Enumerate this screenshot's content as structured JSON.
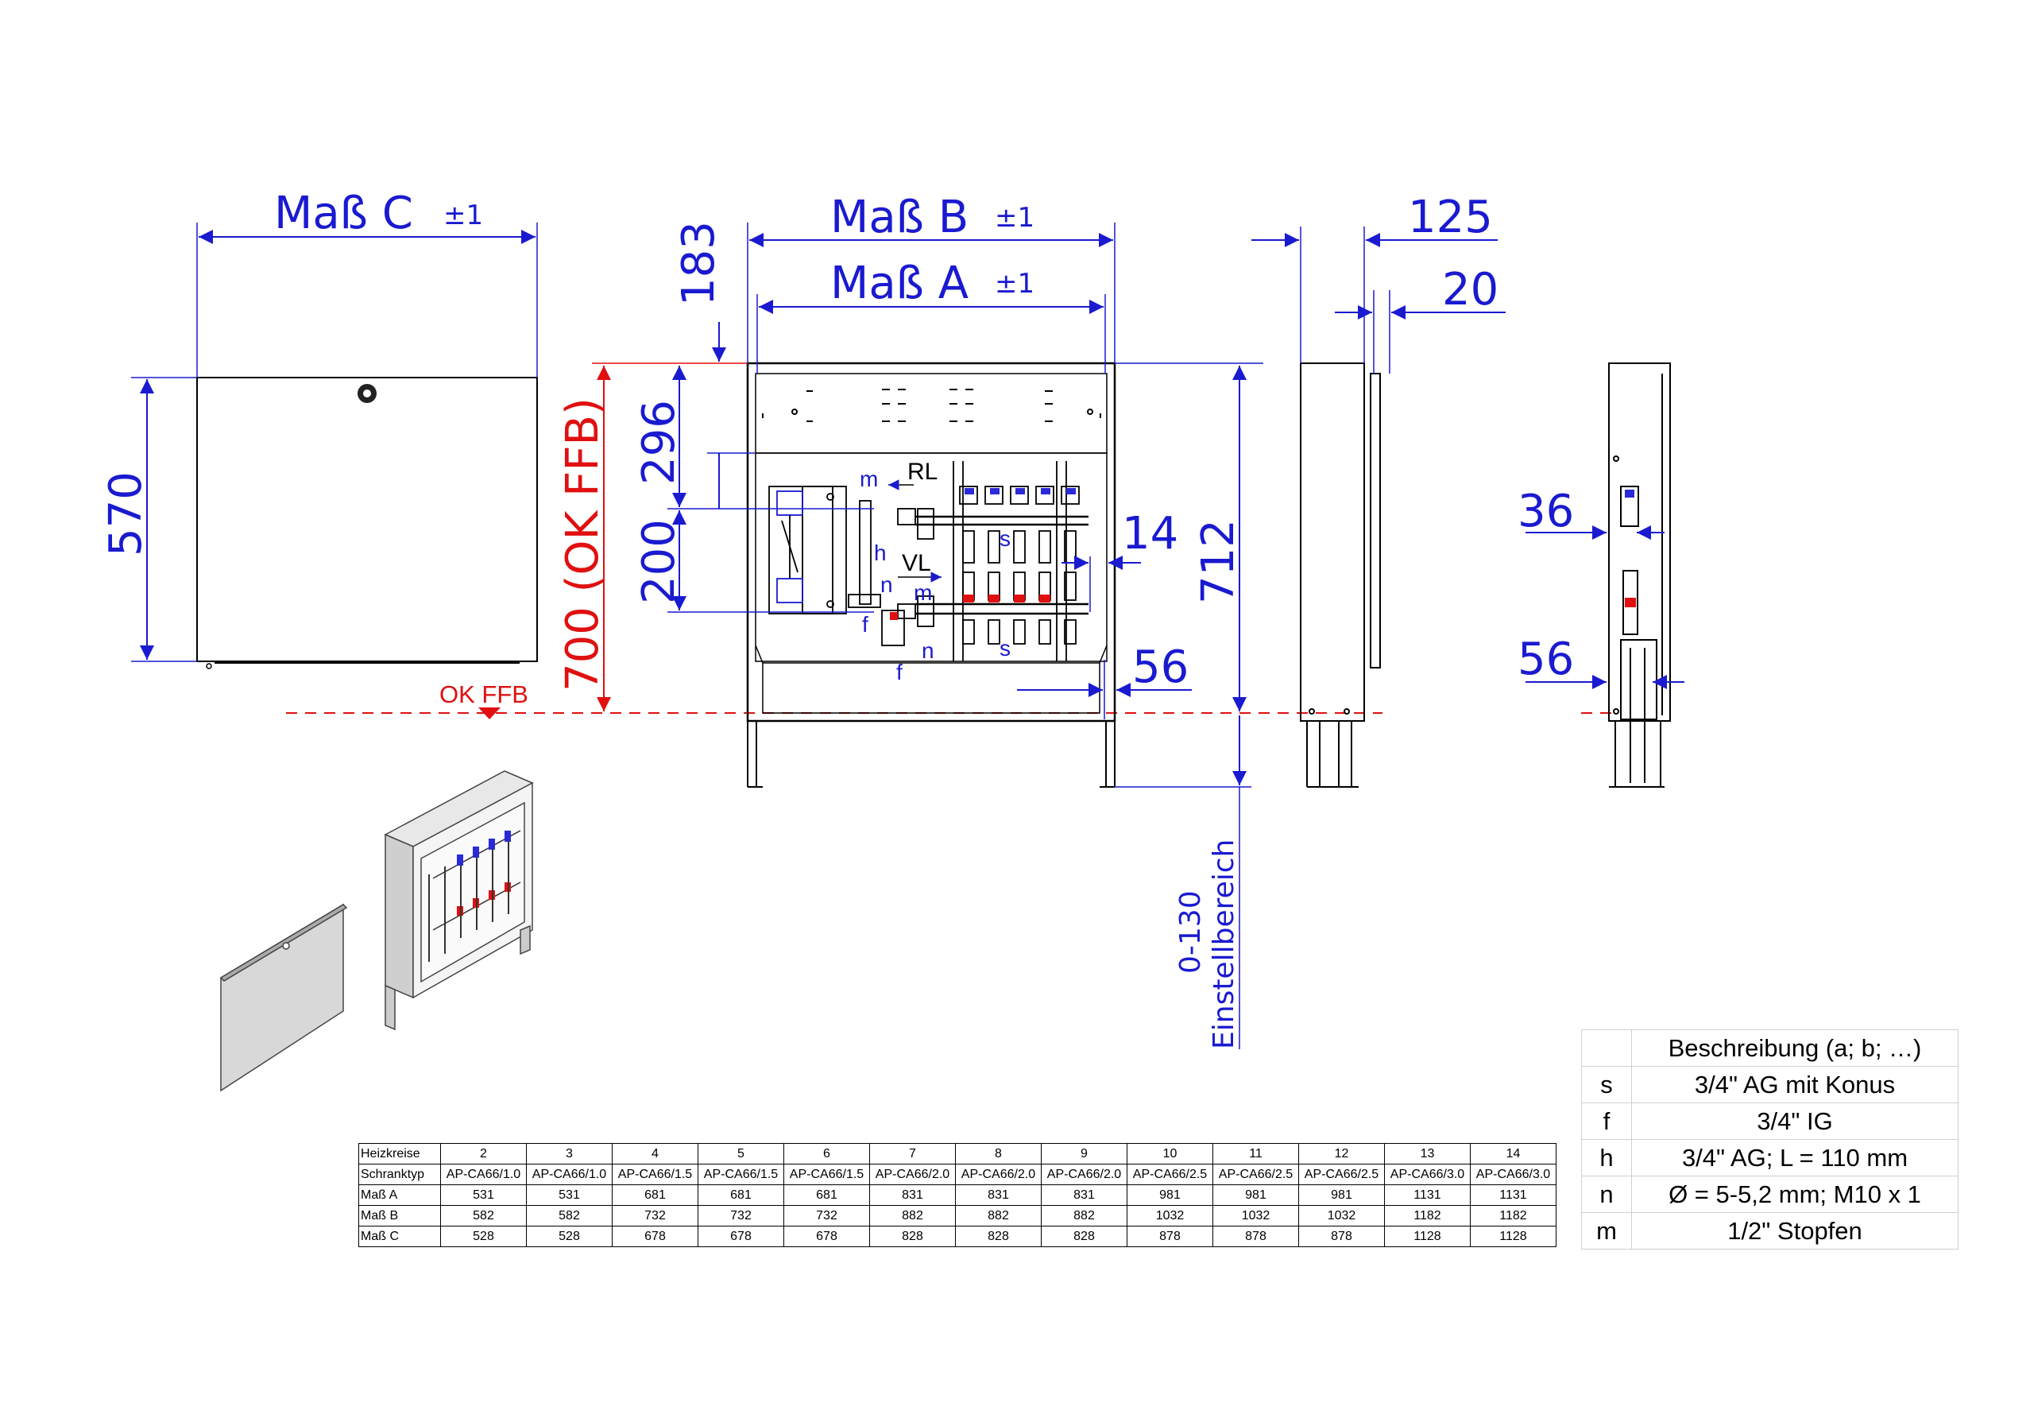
{
  "dimensions": {
    "mass_c": "Maß C",
    "mass_b": "Maß B",
    "mass_a": "Maß A",
    "tolerance": "±1",
    "d570": "570",
    "d183": "183",
    "d296": "296",
    "d200": "200",
    "d700": "700 (OK FFB)",
    "d712": "712",
    "d14": "14",
    "d56": "56",
    "d125": "125",
    "d20": "20",
    "d36": "36",
    "d56_side": "56",
    "adjust_range": "0-130",
    "adjust_label": "Einstellbereich",
    "ok_ffb": "OK FFB"
  },
  "callouts": {
    "rl": "RL",
    "vl": "VL",
    "m": "m",
    "h": "h",
    "n": "n",
    "f": "f",
    "s": "s"
  },
  "spec_table": {
    "rows": [
      {
        "label": "Heizkreise",
        "cells": [
          "2",
          "3",
          "4",
          "5",
          "6",
          "7",
          "8",
          "9",
          "10",
          "11",
          "12",
          "13",
          "14"
        ]
      },
      {
        "label": "Schranktyp",
        "cells": [
          "AP-CA66/1.0",
          "AP-CA66/1.0",
          "AP-CA66/1.5",
          "AP-CA66/1.5",
          "AP-CA66/1.5",
          "AP-CA66/2.0",
          "AP-CA66/2.0",
          "AP-CA66/2.0",
          "AP-CA66/2.5",
          "AP-CA66/2.5",
          "AP-CA66/2.5",
          "AP-CA66/3.0",
          "AP-CA66/3.0"
        ]
      },
      {
        "label": "Maß A",
        "cells": [
          "531",
          "531",
          "681",
          "681",
          "681",
          "831",
          "831",
          "831",
          "981",
          "981",
          "981",
          "1131",
          "1131"
        ]
      },
      {
        "label": "Maß B",
        "cells": [
          "582",
          "582",
          "732",
          "732",
          "732",
          "882",
          "882",
          "882",
          "1032",
          "1032",
          "1032",
          "1182",
          "1182"
        ]
      },
      {
        "label": "Maß C",
        "cells": [
          "528",
          "528",
          "678",
          "678",
          "678",
          "828",
          "828",
          "828",
          "878",
          "878",
          "878",
          "1128",
          "1128"
        ]
      }
    ]
  },
  "legend": {
    "header": "Beschreibung (a; b; …)",
    "rows": [
      {
        "key": "s",
        "value": "3/4\" AG mit Konus"
      },
      {
        "key": "f",
        "value": "3/4\" IG"
      },
      {
        "key": "h",
        "value": "3/4\" AG; L = 110 mm"
      },
      {
        "key": "n",
        "value": "Ø = 5-5,2 mm; M10 x 1"
      },
      {
        "key": "m",
        "value": "1/2\" Stopfen"
      }
    ]
  },
  "colors": {
    "dimension_blue": "#1a1ad0",
    "floor_red": "#e01010",
    "outline": "#000000"
  }
}
